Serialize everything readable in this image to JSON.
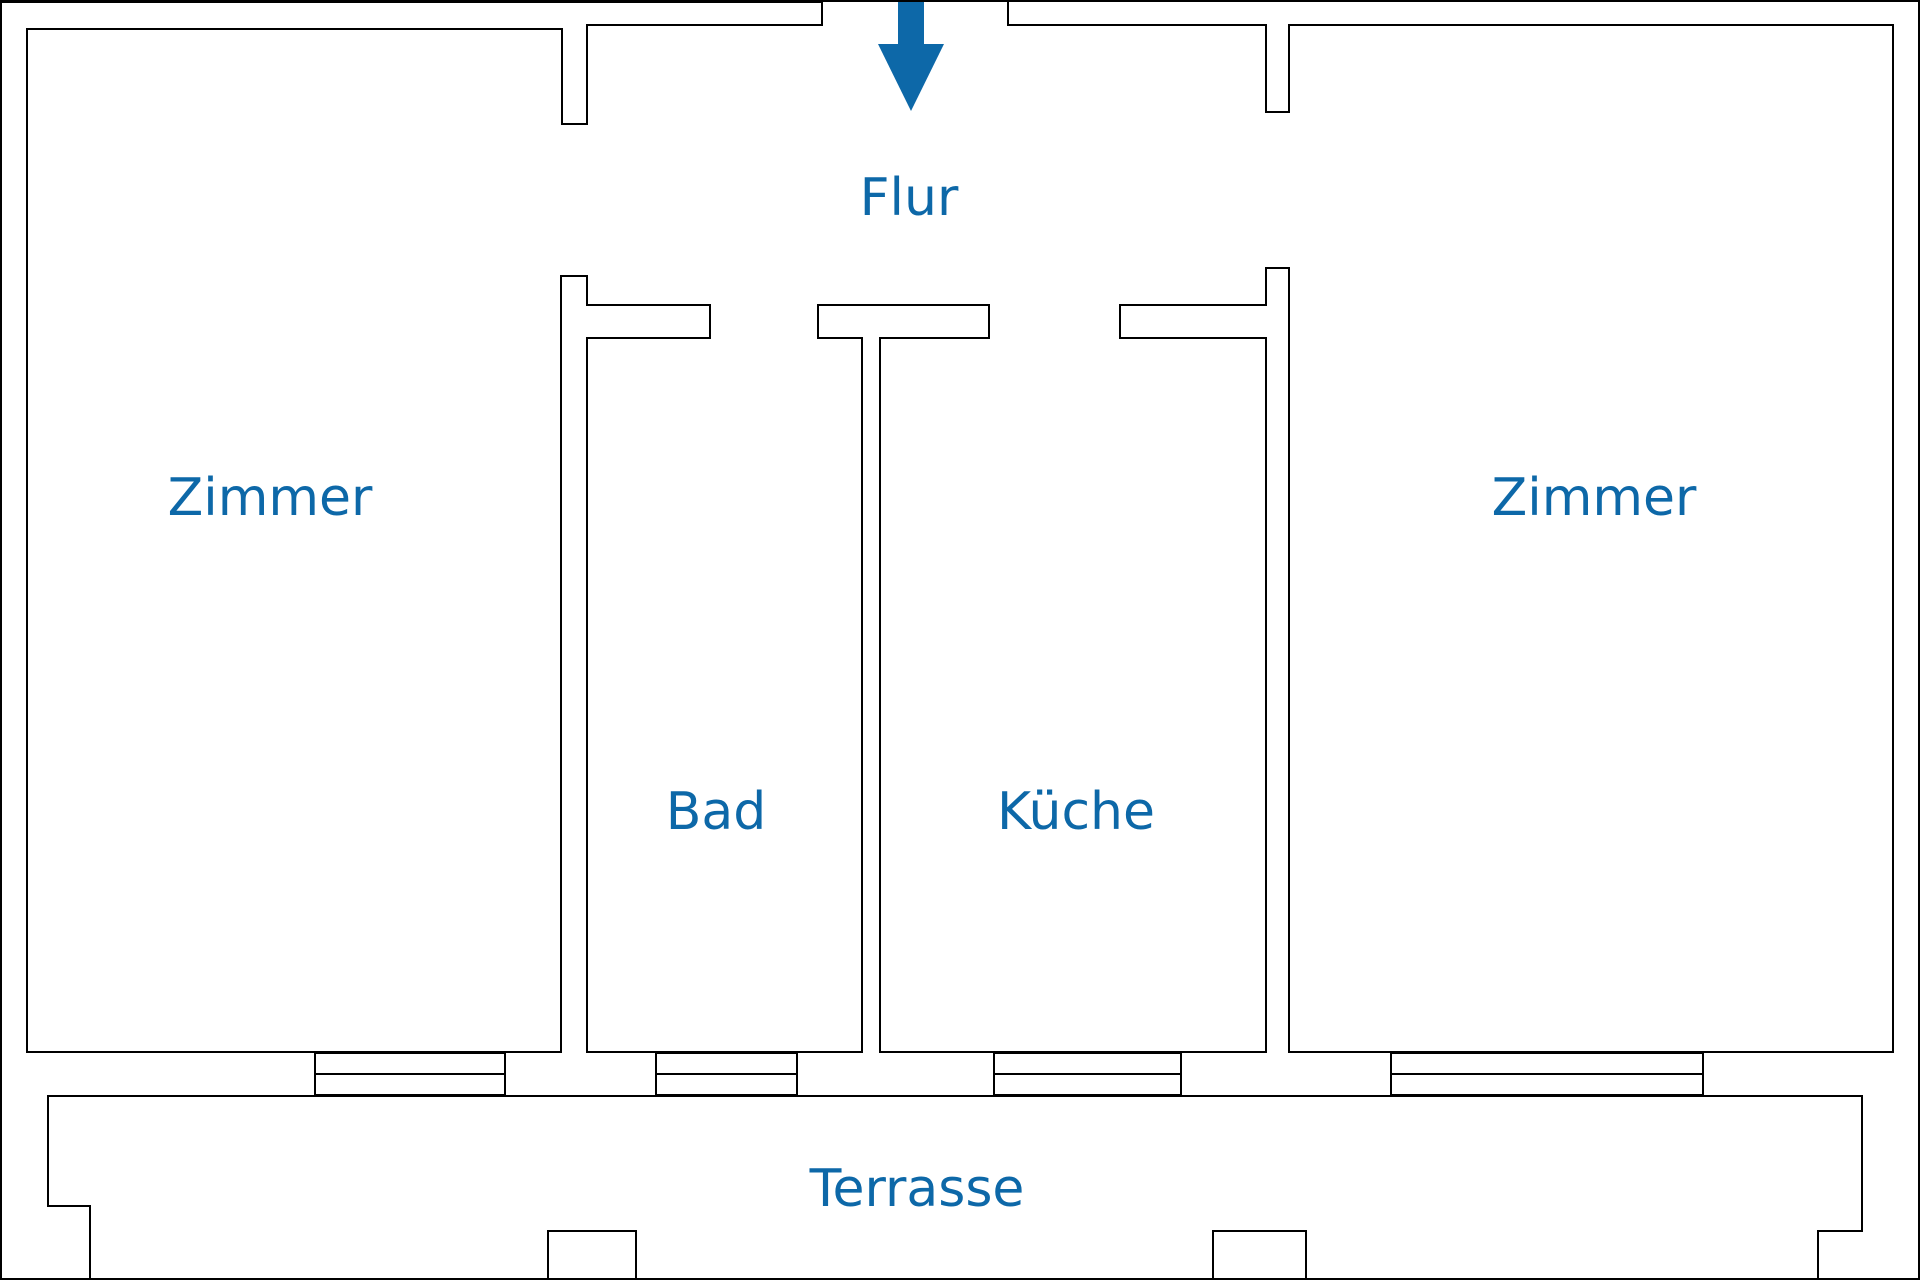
{
  "colors": {
    "label": "#0d68a8",
    "wall": "#000000",
    "background": "#ffffff"
  },
  "entrance": {
    "icon": "arrow-down-icon"
  },
  "rooms": {
    "flur": "Flur",
    "zimmer_left": "Zimmer",
    "bad": "Bad",
    "kueche": "Küche",
    "zimmer_right": "Zimmer",
    "terrasse": "Terrasse"
  }
}
